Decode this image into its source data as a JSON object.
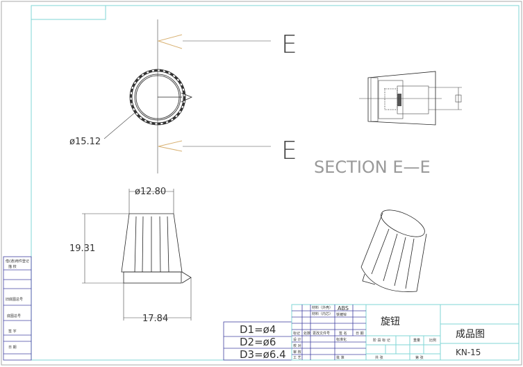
{
  "drawing": {
    "section_letter_top": "E",
    "section_letter_bottom": "E",
    "section_label": "SECTION E—E",
    "dimensions": {
      "top_diameter": "ø15.12",
      "cap_diameter": "ø12.80",
      "height": "19.31",
      "base_width": "17.84"
    }
  },
  "spec_table": {
    "rows": [
      "D1=ø4",
      "D2=ø6",
      "D3=ø6.4"
    ]
  },
  "title_block": {
    "material_outer_label": "材料（外壳）",
    "material_outer_value": "ABS",
    "material_inner_label": "材料（内芯）",
    "material_inner_value": "铁镀锌",
    "part_name": "旋钮",
    "drawing_type": "成品图",
    "part_number": "KN-15",
    "revision_headers": [
      "标记",
      "处数",
      "更改文件号",
      "签 名",
      "日 期"
    ],
    "signoff_labels": [
      "设 计",
      "校 对",
      "审 核",
      "工 艺"
    ],
    "signoff_labels_right": [
      "标准化",
      "",
      "",
      "批 准"
    ],
    "stage_headers": [
      "阶 段 标 记",
      "重量",
      "比例"
    ],
    "sheet_labels": [
      "共 张",
      "第 张"
    ]
  },
  "side_strip": {
    "labels": [
      "借(通)用件登记",
      "描 校",
      "",
      "旧底图总号",
      "底图总号",
      "签 字",
      "日 期"
    ]
  }
}
